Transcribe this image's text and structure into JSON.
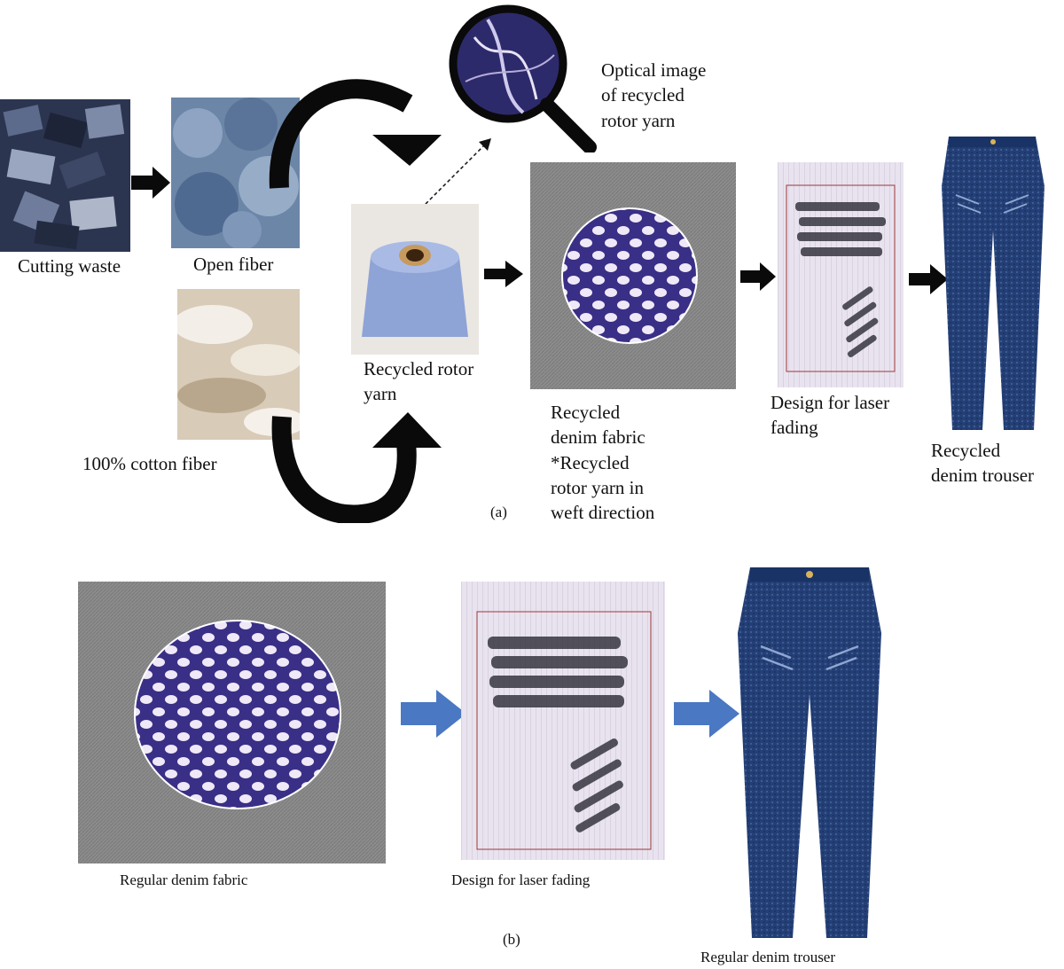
{
  "part_a": {
    "panel_label": "(a)",
    "labels": {
      "cutting_waste": "Cutting waste",
      "open_fiber": "Open fiber",
      "cotton_fiber": "100% cotton fiber",
      "rotor_yarn": "Recycled rotor\nyarn",
      "optical_image": "Optical image\nof recycled\nrotor yarn",
      "recycled_fabric": "Recycled\ndenim fabric\n*Recycled\nrotor yarn in\nweft direction",
      "laser_design": "Design for laser\nfading",
      "recycled_trouser": "Recycled\ndenim trouser"
    }
  },
  "part_b": {
    "panel_label": "(b)",
    "labels": {
      "regular_fabric": "Regular denim fabric",
      "laser_design": "Design for laser fading",
      "regular_trouser": "Regular denim trouser"
    }
  },
  "colors": {
    "arrow_black": "#0a0a0a",
    "arrow_blue": "#4a78c2",
    "denim": "#1f3f7a",
    "fabric_grey": "#8a8a8a"
  }
}
